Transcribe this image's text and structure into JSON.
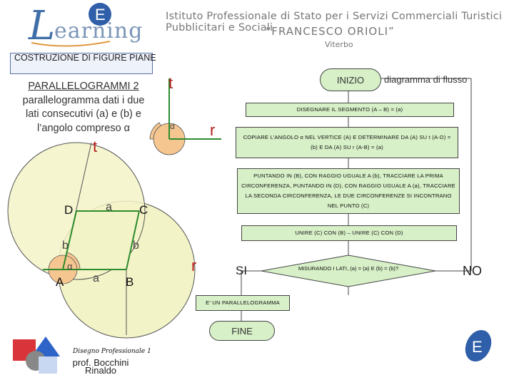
{
  "logo": {
    "word": "earning",
    "letter": "L"
  },
  "header": {
    "line1": "Istituto Professionale di Stato per i Servizi Commerciali Turistici Pubblicitari e Sociali",
    "line2": "“FRANCESCO ORIOLI”",
    "line3": "Viterbo"
  },
  "slide": {
    "title": "COSTRUZIONE DI FIGURE PIANE",
    "subtitle": "PARALLELOGRAMMI 2",
    "description": "parallelogramma dati i due lati consecutivi (a) e (b) e l’angolo compreso α"
  },
  "figure": {
    "t_top": "t",
    "t_left": "t",
    "alpha_small": "α",
    "r_small": "r",
    "r_bottom": "r",
    "alpha_A": "α",
    "point_A": "A",
    "point_B": "B",
    "point_C": "C",
    "point_D": "D",
    "label_a_top": "a",
    "label_a_bottom": "a",
    "label_b_left": "b",
    "label_b_right": "b"
  },
  "flow": {
    "caption": "diagramma di flusso",
    "start": "INIZIO",
    "step1": "DISEGNARE IL SEGMENTO (A – B) = (a)",
    "step2": "COPIARE L’ANGOLO α NEL VERTICE (A) E DETERMINARE DA (A) SU t (A-D) = (b) E DA (A) SU r (A-B) = (a)",
    "step3": "PUNTANDO IN (B), CON RAGGIO UGUALE A (b), TRACCIARE LA PRIMA CIRCONFERENZA, PUNTANDO IN (D), CON RAGGIO UGUALE A (a), TRACCIARE LA SECONDA CIRCONFERENZA, LE DUE CIRCONFERENZE SI INCONTRANO NEL PUNTO (C)",
    "step4": "UNIRE (C) CON (B) – UNIRE (C) CON (D)",
    "decision": "MISURANDO I LATI, (a) = (a) E (b) = (b)?",
    "yes": "SI",
    "no": "NO",
    "result": "E’ UN PARALLELOGRAMMA",
    "end": "FINE"
  },
  "credits": {
    "course": "Disegno Professionale 1",
    "author": "prof. Bocchini Rinaldo"
  },
  "colors": {
    "circle_fill": "#f3f3c8",
    "box_fill": "#d7f0c7",
    "angle_fill": "#f6c690",
    "line_green": "#2e8b2e"
  }
}
